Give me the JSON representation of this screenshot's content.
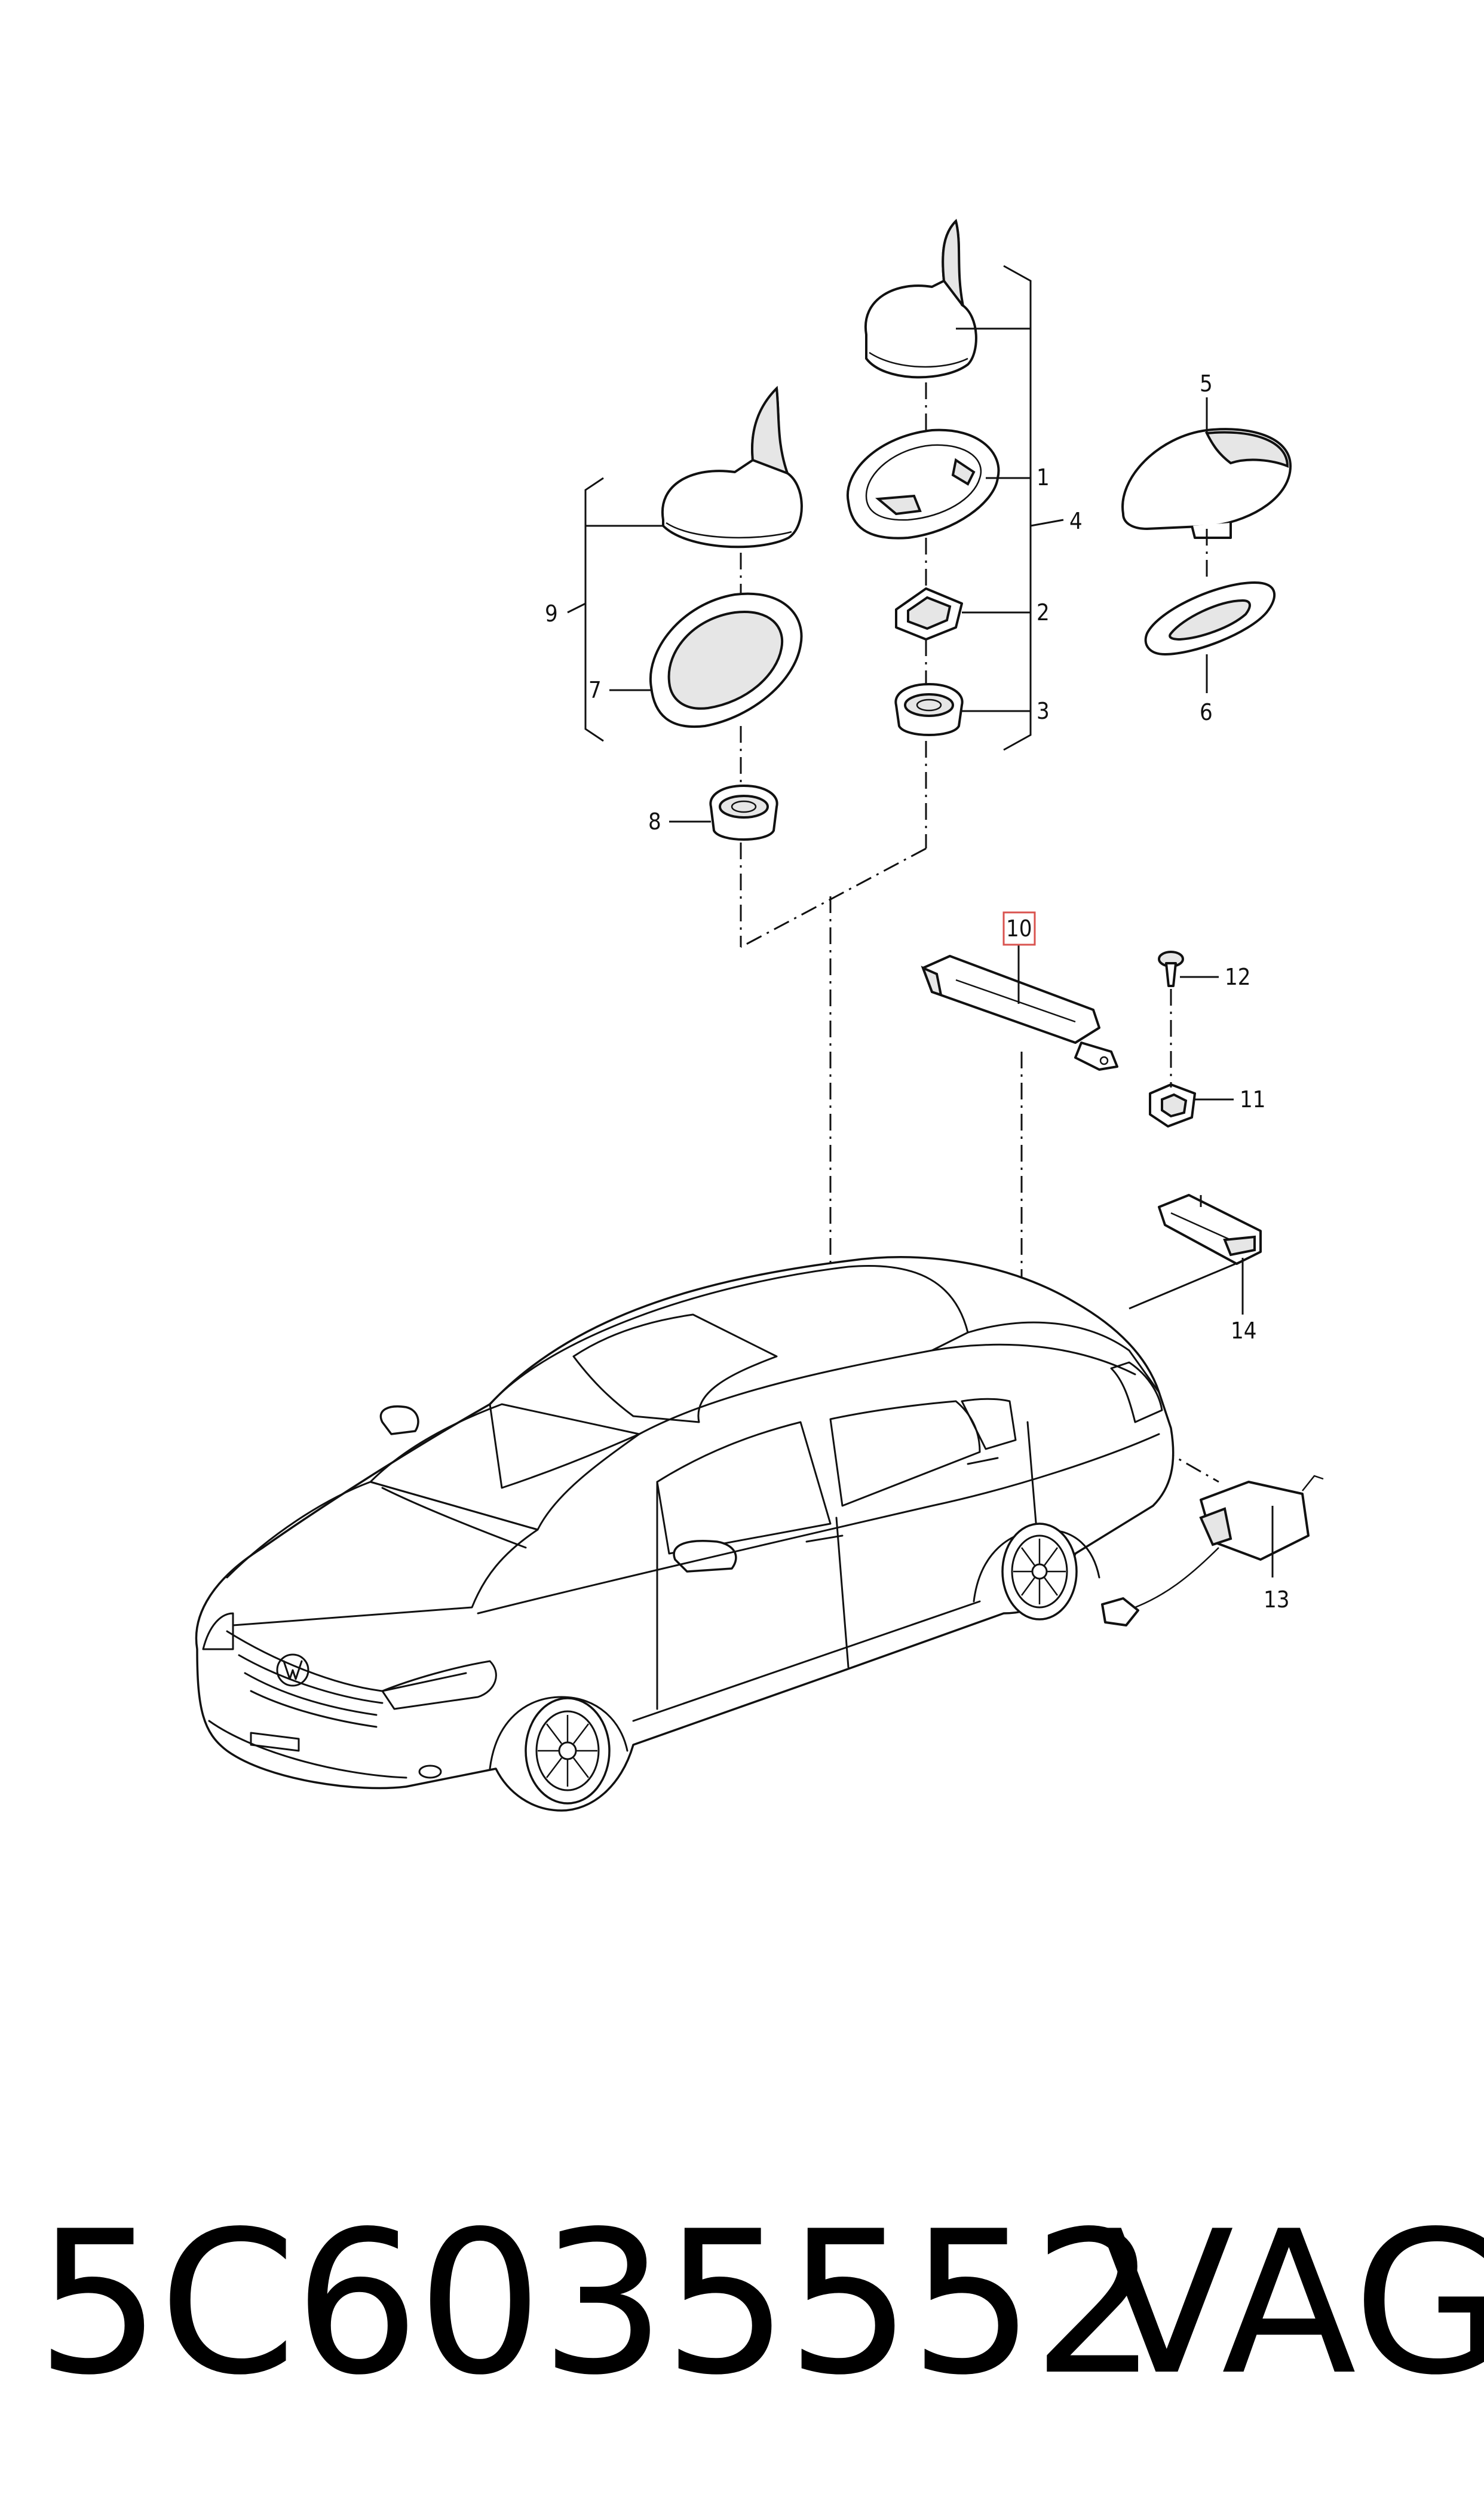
{
  "callouts": {
    "c1": "1",
    "c2": "2",
    "c3": "3",
    "c4": "4",
    "c5": "5",
    "c6": "6",
    "c7": "7",
    "c8": "8",
    "c9": "9",
    "c10": "10",
    "c11": "11",
    "c12": "12",
    "c13": "13",
    "c14": "14"
  },
  "highlight_color": "#d9534f",
  "footer": {
    "part_number": "5C6035552",
    "brand": "VAG"
  }
}
